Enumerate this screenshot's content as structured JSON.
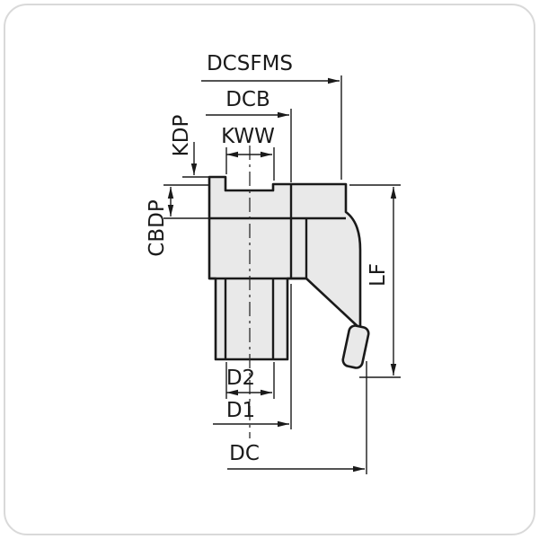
{
  "labels": {
    "dcsfms": "DCSFMS",
    "dcb": "DCB",
    "kdp": "KDP",
    "kww": "KWW",
    "cbdp": "CBDP",
    "lf": "LF",
    "d2": "D2",
    "d1": "D1",
    "dc": "DC"
  },
  "colors": {
    "line": "#1a1a1a",
    "body_fill": "#e9e9e9",
    "background": "#ffffff",
    "frame_border": "#d9d9d9"
  }
}
